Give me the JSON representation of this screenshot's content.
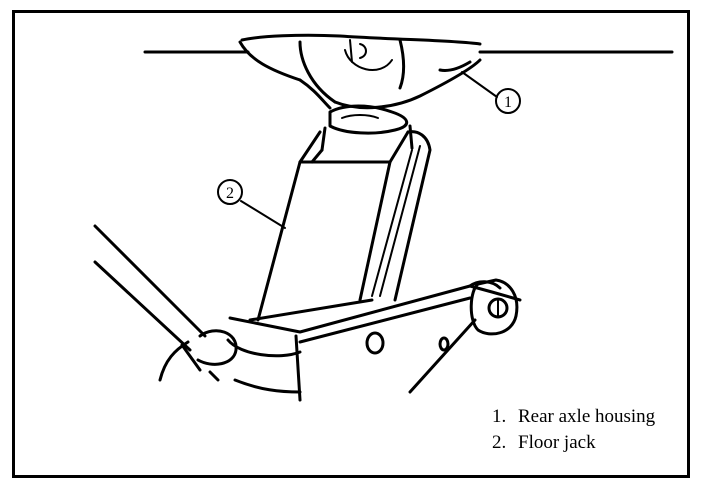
{
  "callouts": [
    "1",
    "2"
  ],
  "legend": [
    {
      "number": "1.",
      "label": "Rear axle housing"
    },
    {
      "number": "2.",
      "label": "Floor jack"
    }
  ]
}
